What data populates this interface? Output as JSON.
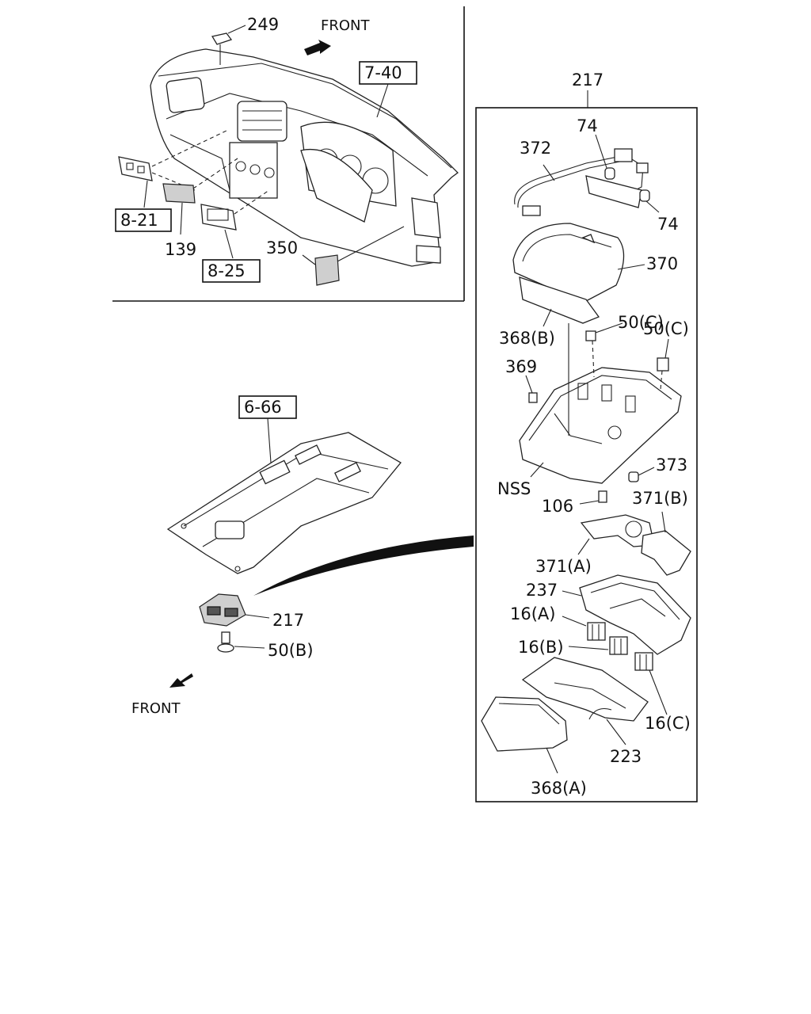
{
  "front_label": "FRONT",
  "front_label_bottom": "FRONT",
  "dashboard": {
    "labels": {
      "p249": "249",
      "ref_7_40": "7-40",
      "ref_8_21": "8-21",
      "p139": "139",
      "ref_8_25": "8-25",
      "p350": "350"
    }
  },
  "headliner": {
    "labels": {
      "ref_6_66": "6-66",
      "p217": "217",
      "p50b": "50(B)"
    }
  },
  "console_217": {
    "title": "217",
    "labels": {
      "p74_top": "74",
      "p372": "372",
      "p74_right": "74",
      "p370": "370",
      "p50c_1": "50(C)",
      "p368b": "368(B)",
      "p50c_2": "50(C)",
      "p369": "369",
      "p373": "373",
      "nss": "NSS",
      "p106": "106",
      "p371b": "371(B)",
      "p371a": "371(A)",
      "p237": "237",
      "p16a": "16(A)",
      "p16b": "16(B)",
      "p16c": "16(C)",
      "p223": "223",
      "p368a": "368(A)"
    }
  }
}
